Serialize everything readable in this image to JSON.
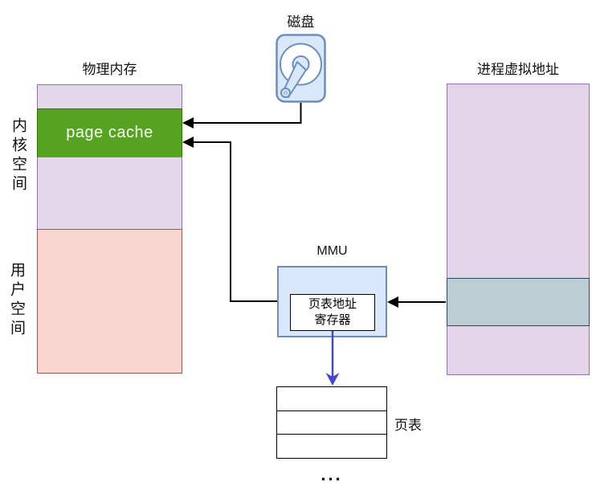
{
  "disk": {
    "label": "磁盘"
  },
  "physical_memory": {
    "title": "物理内存",
    "kernel_space_label": "内核空间",
    "user_space_label": "用户空间",
    "segments": [
      {
        "name": "kernel-upper",
        "label": ""
      },
      {
        "name": "page-cache",
        "label": "page cache"
      },
      {
        "name": "kernel-lower",
        "label": ""
      },
      {
        "name": "user-space",
        "label": ""
      }
    ]
  },
  "mmu": {
    "title": "MMU",
    "register": {
      "line1": "页表地址",
      "line2": "寄存器"
    }
  },
  "virtual_memory": {
    "title": "进程虚拟地址"
  },
  "page_table": {
    "label": "页表",
    "row_count": 3,
    "ellipsis": "..."
  },
  "colors": {
    "purple_fill": "#e3d7ea",
    "purple_stroke": "#9673a6",
    "green_fill": "#56a321",
    "green_stroke": "#2d7600",
    "pink_fill": "#f9d7d0",
    "pink_stroke": "#9e5a52",
    "blue_fill": "#dae8fc",
    "blue_stroke": "#6c8ebf",
    "band_fill": "#bccdd3",
    "band_stroke": "#2f4861",
    "connector_black": "#000000",
    "connector_blue": "#4745d6"
  }
}
